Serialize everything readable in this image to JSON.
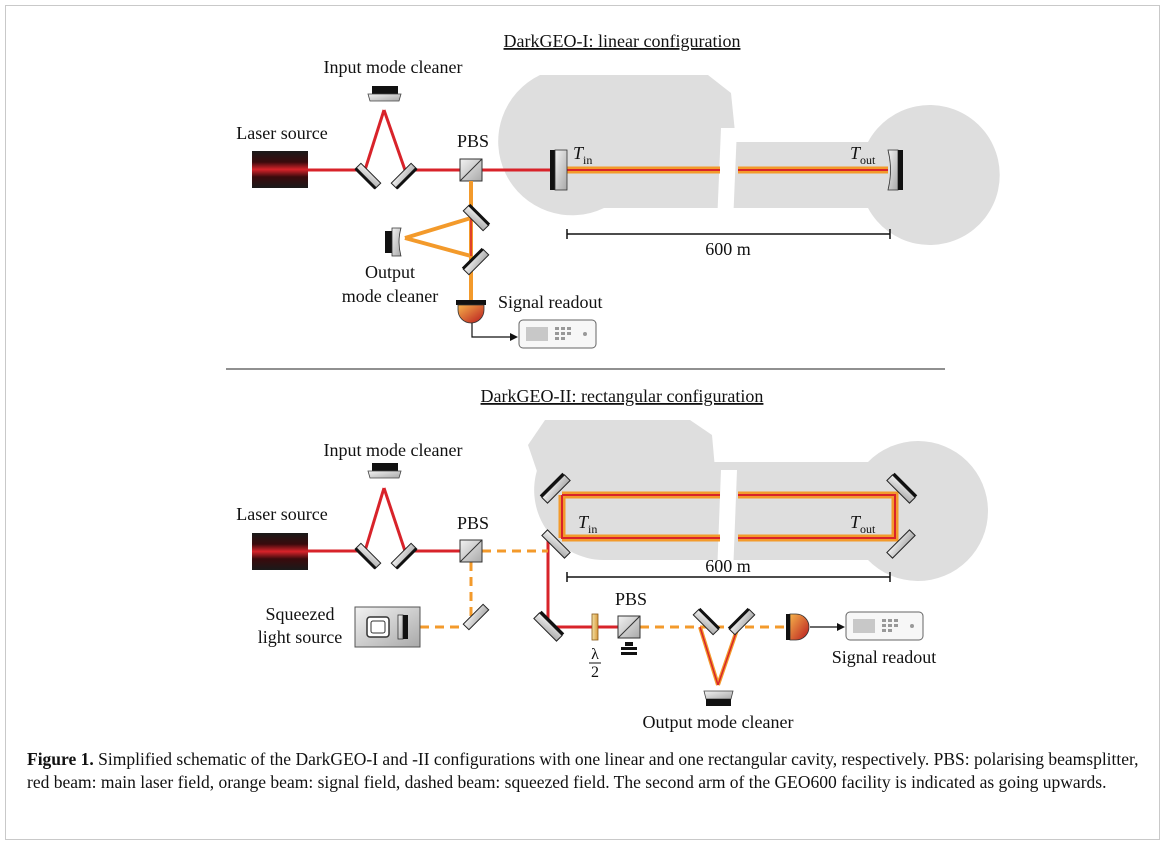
{
  "top": {
    "title": "DarkGEO-I: linear configuration",
    "input_mode_cleaner": "Input mode cleaner",
    "laser_source": "Laser source",
    "pbs": "PBS",
    "t_in": "T",
    "t_in_sub": "in",
    "t_out": "T",
    "t_out_sub": "out",
    "distance": "600 m",
    "output_mode_cleaner_line1": "Output",
    "output_mode_cleaner_line2": "mode cleaner",
    "signal_readout": "Signal readout"
  },
  "bottom": {
    "title": "DarkGEO-II: rectangular configuration",
    "input_mode_cleaner": "Input mode cleaner",
    "laser_source": "Laser source",
    "pbs": "PBS",
    "pbs2": "PBS",
    "t_in": "T",
    "t_in_sub": "in",
    "t_out": "T",
    "t_out_sub": "out",
    "distance": "600 m",
    "squeezed_line1": "Squeezed",
    "squeezed_line2": "light source",
    "lambda_num": "λ",
    "lambda_den": "2",
    "output_mode_cleaner": "Output mode cleaner",
    "signal_readout": "Signal readout"
  },
  "caption": {
    "label": "Figure 1.",
    "text": " Simplified schematic of the DarkGEO-I and -II configurations with one linear and one rectangular cavity, respectively. PBS: polarising beamsplitter, red beam: main laser field, orange beam: signal field, dashed beam: squeezed field. The second arm of the GEO600 facility is indicated as going upwards."
  },
  "colors": {
    "laser_red": "#d8232a",
    "signal_orange": "#f39a2b",
    "facility_gray": "#dedede"
  }
}
